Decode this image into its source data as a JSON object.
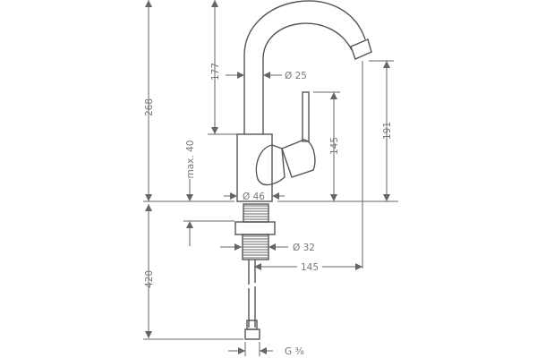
{
  "dimensions": {
    "total_height": "268",
    "hose_length": "420",
    "spout_height": "177",
    "max_counter_thickness": "max. 40",
    "spout_diameter": "Ø 25",
    "lever_height": "145",
    "outlet_height": "191",
    "body_diameter": "Ø 46",
    "shank_diameter": "Ø 32",
    "reach": "145",
    "connection": "G ⅜"
  },
  "colors": {
    "line": "#666666"
  }
}
